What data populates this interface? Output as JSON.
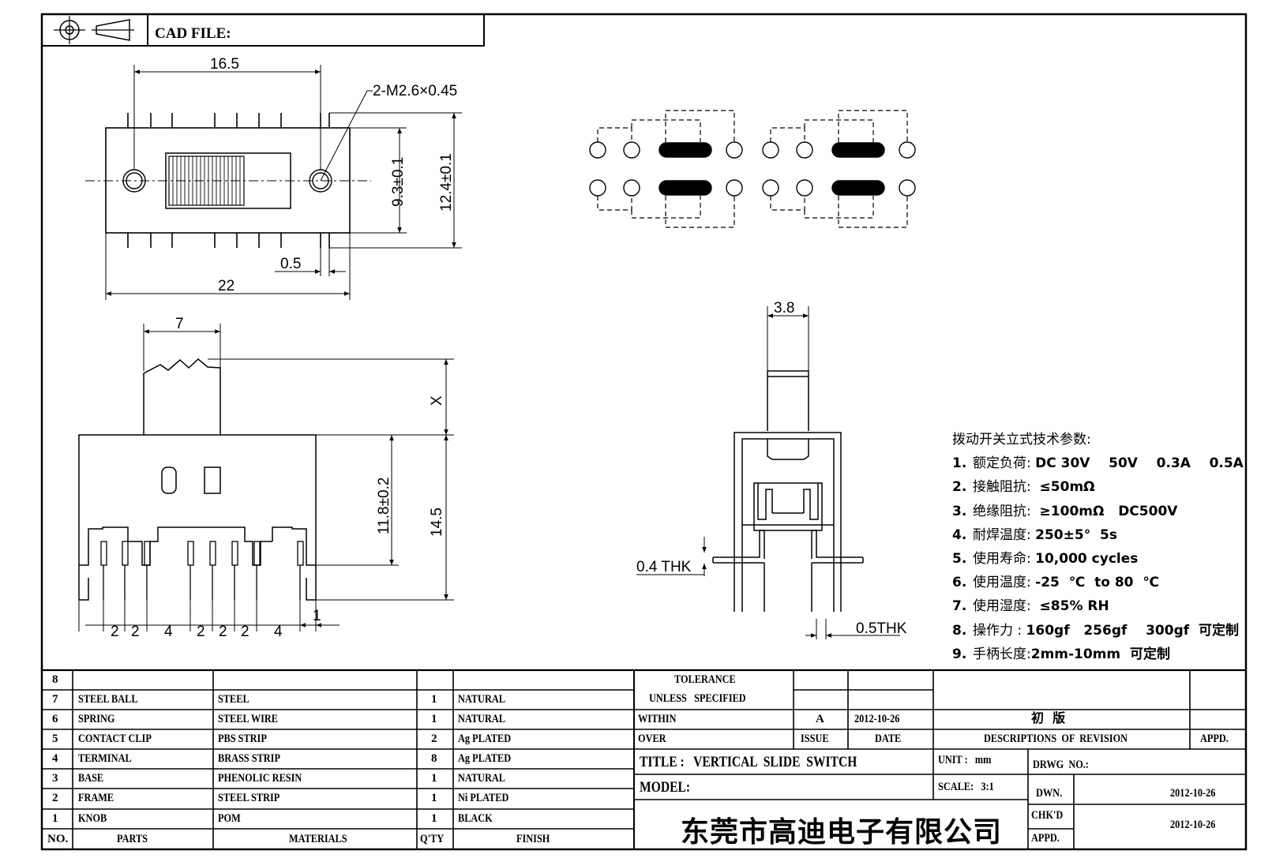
{
  "header": {
    "cad_file_label": "CAD FILE:"
  },
  "dimensions": {
    "width_16_5": "16.5",
    "screw": "2-M2.6×0.45",
    "h_9_3": "9.3±0.1",
    "h_12_4": "12.4±0.1",
    "gap_0_5": "0.5",
    "width_22": "22",
    "knob_7": "7",
    "x": "X",
    "h_11_8": "11.8±0.2",
    "h_14_5": "14.5",
    "pitch": [
      "2",
      "2",
      "4",
      "2",
      "2",
      "2",
      "4"
    ],
    "side_1": "1",
    "w_3_8": "3.8",
    "thk_0_4": "0.4  THK",
    "thk_0_5": "0.5THK"
  },
  "specs": {
    "heading": "拨动开关立式技术参数:",
    "items": [
      {
        "n": "1.",
        "label": "额定负荷: ",
        "value": "DC 30V    50V    0.3A    0.5A"
      },
      {
        "n": "2.",
        "label": "接触阻抗:  ",
        "value": "≤50mΩ"
      },
      {
        "n": "3.",
        "label": "绝缘阻抗:  ",
        "value": "≥100mΩ   DC500V"
      },
      {
        "n": "4.",
        "label": "耐焊温度: ",
        "value": "250±5°  5s"
      },
      {
        "n": "5.",
        "label": "使用寿命: ",
        "value": "10,000 cycles"
      },
      {
        "n": "6.",
        "label": "使用温度: ",
        "value": "-25  ℃  to 80  ℃"
      },
      {
        "n": "7.",
        "label": "使用湿度:  ",
        "value": "≤85% RH"
      },
      {
        "n": "8.",
        "label": "操作力 : ",
        "value": "160gf   256gf    300gf  可定制"
      },
      {
        "n": "9.",
        "label": "手柄长度:",
        "value": "2mm-10mm  可定制"
      }
    ]
  },
  "bom": {
    "rows": [
      {
        "no": "8",
        "part": "",
        "material": "",
        "qty": "",
        "finish": ""
      },
      {
        "no": "7",
        "part": "STEEL BALL",
        "material": "STEEL",
        "qty": "1",
        "finish": "NATURAL"
      },
      {
        "no": "6",
        "part": "SPRING",
        "material": "STEEL WIRE",
        "qty": "1",
        "finish": "NATURAL"
      },
      {
        "no": "5",
        "part": "CONTACT CLIP",
        "material": "PBS STRIP",
        "qty": "2",
        "finish": "Ag PLATED"
      },
      {
        "no": "4",
        "part": "TERMINAL",
        "material": "BRASS STRIP",
        "qty": "8",
        "finish": "Ag PLATED"
      },
      {
        "no": "3",
        "part": "BASE",
        "material": "PHENOLIC RESIN",
        "qty": "1",
        "finish": "NATURAL"
      },
      {
        "no": "2",
        "part": "FRAME",
        "material": "STEEL STRIP",
        "qty": "1",
        "finish": "Ni PLATED"
      },
      {
        "no": "1",
        "part": "KNOB",
        "material": "POM",
        "qty": "1",
        "finish": "BLACK"
      }
    ],
    "headers": {
      "no": "NO.",
      "parts": "PARTS",
      "materials": "MATERIALS",
      "qty": "Q'TY",
      "finish": "FINISH"
    }
  },
  "title_block": {
    "tolerance": "TOLERANCE",
    "unless": "UNLESS   SPECIFIED",
    "within": "WITHIN",
    "over": "OVER",
    "rev": "A",
    "rev_date": "2012-10-26",
    "rev_desc": "初  版",
    "issue": "ISSUE",
    "date": "DATE",
    "descriptions": "DESCRIPTIONS  OF  REVISION",
    "appd": "APPD.",
    "title": "TITLE :   VERTICAL  SLIDE  SWITCH",
    "unit": "UNIT :   mm",
    "drwg": "DRWG  NO.:",
    "model": "MODEL:",
    "scale": "SCALE:   3:1",
    "dwn": "DWN.",
    "dwn_date": "2012-10-26",
    "chkd": "CHK'D",
    "chkd_date": "2012-10-26",
    "appd2": "APPD.",
    "company": "东莞市高迪电子有限公司"
  }
}
